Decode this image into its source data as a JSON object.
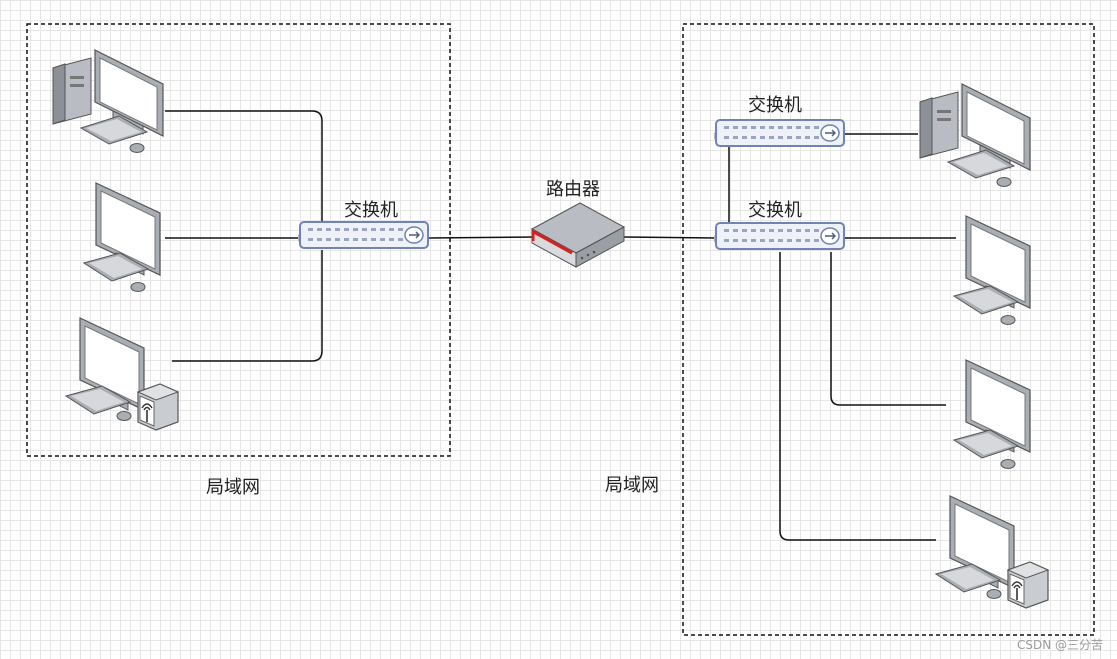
{
  "lans": [
    {
      "label": "局域网"
    },
    {
      "label": "局域网"
    }
  ],
  "switches": [
    {
      "label": "交换机"
    },
    {
      "label": "交换机"
    },
    {
      "label": "交换机"
    }
  ],
  "router": {
    "label": "路由器"
  },
  "icons": {
    "pc": "desktop-computer-icon",
    "monitor": "monitor-workstation-icon",
    "wireless": "wireless-workstation-icon",
    "switch": "network-switch-icon",
    "router": "router-icon"
  },
  "watermark": "CSDN @三分苦"
}
